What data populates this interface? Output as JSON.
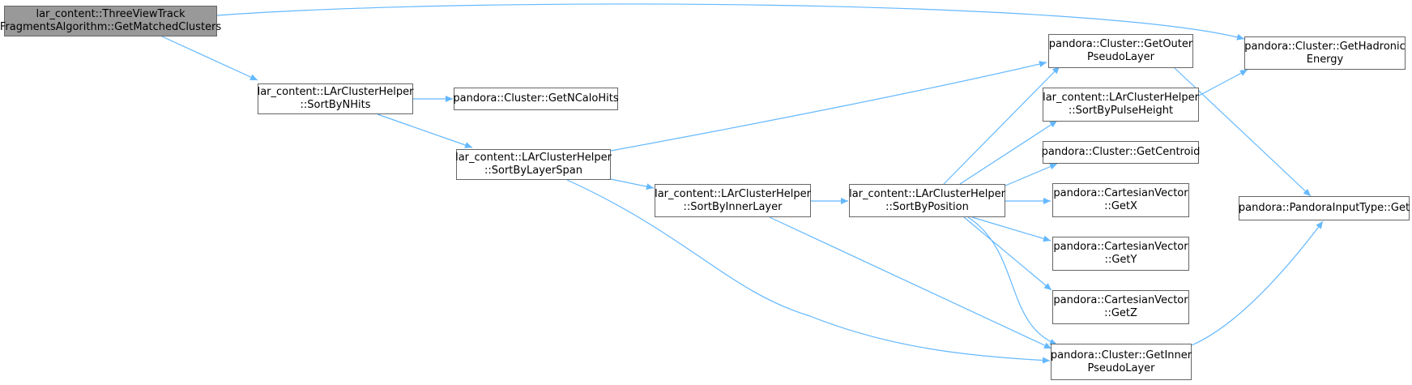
{
  "colors": {
    "edge": "#63b8ff",
    "node_border": "#666666",
    "root_fill": "#999999",
    "node_fill": "#ffffff"
  },
  "nodes": {
    "root": {
      "line1": "lar_content::ThreeViewTrack",
      "line2": "FragmentsAlgorithm::GetMatchedClusters"
    },
    "sortbynhits": {
      "line1": "lar_content::LArClusterHelper",
      "line2": "::SortByNHits"
    },
    "getncalohits": {
      "line1": "pandora::Cluster::GetNCaloHits"
    },
    "sortbylayerspan": {
      "line1": "lar_content::LArClusterHelper",
      "line2": "::SortByLayerSpan"
    },
    "sortbyinnerlayer": {
      "line1": "lar_content::LArClusterHelper",
      "line2": "::SortByInnerLayer"
    },
    "sortbyposition": {
      "line1": "lar_content::LArClusterHelper",
      "line2": "::SortByPosition"
    },
    "getouterpseudolayer": {
      "line1": "pandora::Cluster::GetOuter",
      "line2": "PseudoLayer"
    },
    "sortbypulseheight": {
      "line1": "lar_content::LArClusterHelper",
      "line2": "::SortByPulseHeight"
    },
    "getcentroid": {
      "line1": "pandora::Cluster::GetCentroid"
    },
    "getx": {
      "line1": "pandora::CartesianVector",
      "line2": "::GetX"
    },
    "gety": {
      "line1": "pandora::CartesianVector",
      "line2": "::GetY"
    },
    "getz": {
      "line1": "pandora::CartesianVector",
      "line2": "::GetZ"
    },
    "getinnerpseudolayer": {
      "line1": "pandora::Cluster::GetInner",
      "line2": "PseudoLayer"
    },
    "gethadronicenergy": {
      "line1": "pandora::Cluster::GetHadronic",
      "line2": "Energy"
    },
    "pandorainputtypeget": {
      "line1": "pandora::PandoraInputType::Get"
    }
  }
}
